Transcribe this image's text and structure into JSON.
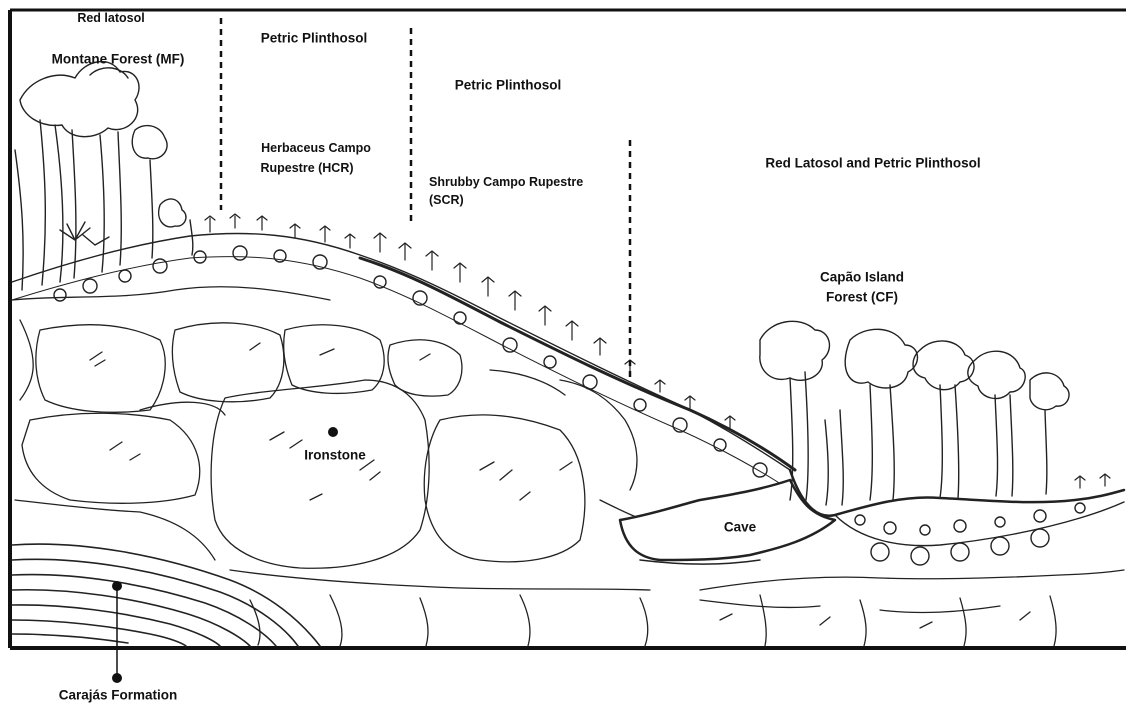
{
  "labels": {
    "red_latosol": "Red latosol",
    "montane_forest": "Montane Forest (MF)",
    "petric_plinthosol_1": "Petric Plinthosol",
    "herbaceous_line1": "Herbaceus Campo",
    "herbaceous_line2": "Rupestre (HCR)",
    "petric_plinthosol_2": "Petric Plinthosol",
    "shrubby_line1": "Shrubby Campo Rupestre",
    "shrubby_line2": "(SCR)",
    "red_latosol_petric": "Red Latosol and Petric Plinthosol",
    "capao_line1": "Capão Island",
    "capao_line2": "Forest (CF)",
    "ironstone": "Ironstone",
    "cave": "Cave",
    "carajas": "Carajás Formation"
  }
}
